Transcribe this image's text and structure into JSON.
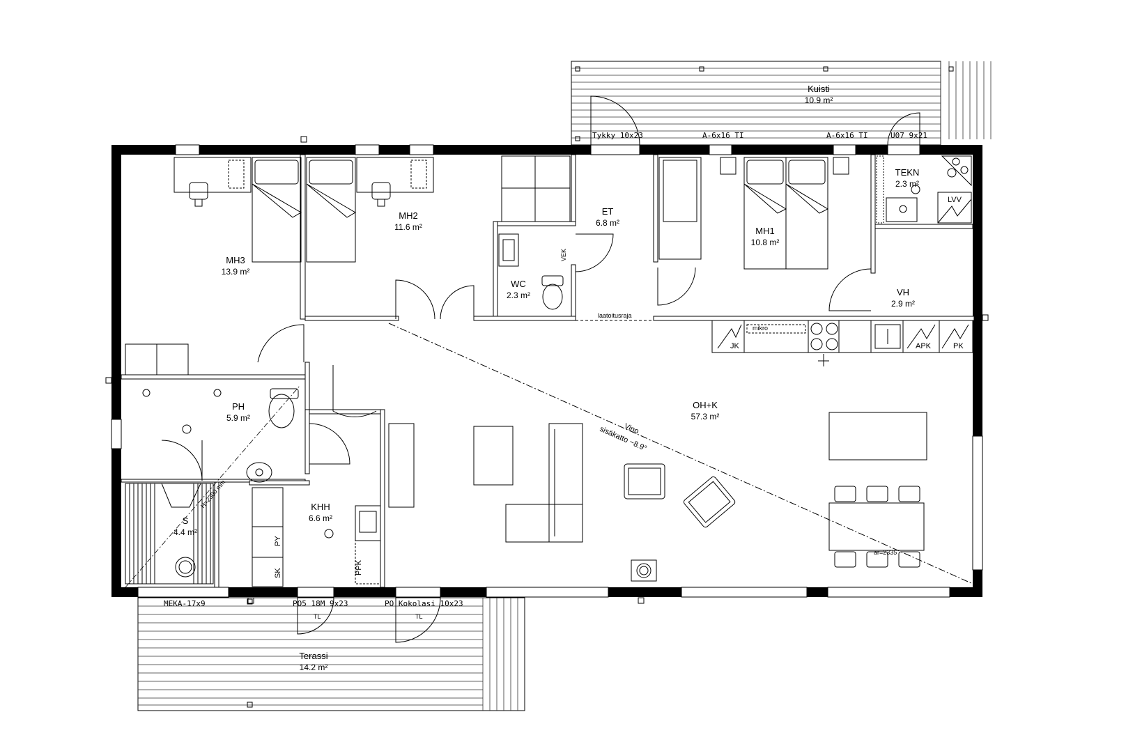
{
  "rooms": {
    "mh3": {
      "name": "MH3",
      "area": "13.9 m²"
    },
    "mh2": {
      "name": "MH2",
      "area": "11.6 m²"
    },
    "et": {
      "name": "ET",
      "area": "6.8 m²"
    },
    "mh1": {
      "name": "MH1",
      "area": "10.8 m²"
    },
    "tekn": {
      "name": "TEKN",
      "area": "2.3 m²"
    },
    "wc": {
      "name": "WC",
      "area": "2.3 m²"
    },
    "vh": {
      "name": "VH",
      "area": "2.9 m²"
    },
    "ph": {
      "name": "PH",
      "area": "5.9 m²"
    },
    "khh": {
      "name": "KHH",
      "area": "6.6 m²"
    },
    "s": {
      "name": "S",
      "area": "4.4 m²"
    },
    "ohk": {
      "name": "OH+K",
      "area": "57.3 m²"
    },
    "kuisti": {
      "name": "Kuisti",
      "area": "10.9 m²"
    },
    "terassi": {
      "name": "Terassi",
      "area": "14.2 m²"
    }
  },
  "openings": {
    "tykky": "Tykky 10x23",
    "a6x16_1": "A-6x16 TI",
    "a6x16_2": "A-6x16 TI",
    "u07": "U07 9x21",
    "meka": "MEKA-17x9",
    "po5": "PO5 18M 9x23",
    "po_kokolasi": "PO Kokolasi 10x23"
  },
  "labels": {
    "vek": "VEK",
    "laatoitusraja": "laatoitusraja",
    "mikro": "mikro",
    "jk": "JK",
    "apk": "APK",
    "pk": "PK",
    "lvv": "LVV",
    "py": "PY",
    "sk": "SK",
    "ppk": "PPK",
    "vino_1": "Vino",
    "vino_2": "sisäkatto ~8.9°",
    "height": "H=2300 mm",
    "tl1": "TL",
    "tl2": "TL",
    "ar_mark": "ar=2335"
  }
}
